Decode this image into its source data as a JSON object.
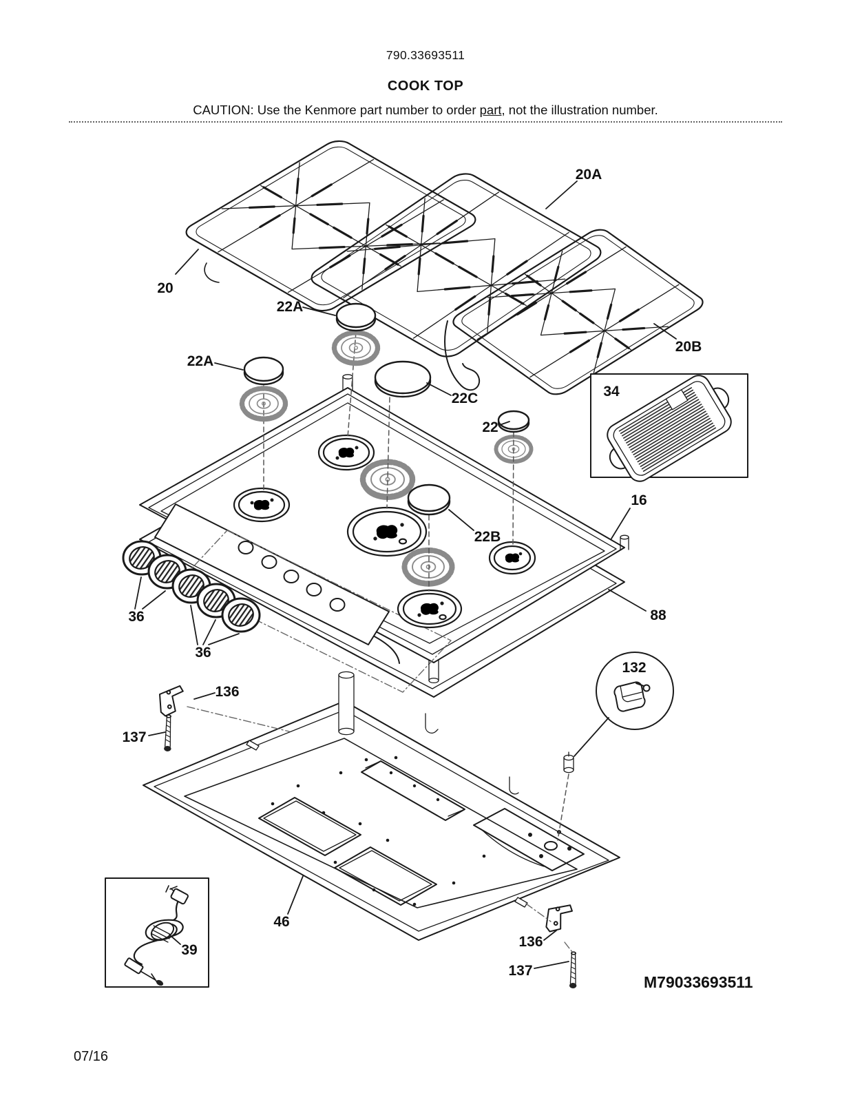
{
  "header": {
    "model_number": "790.33693511",
    "title": "COOK TOP",
    "caution_prefix": "CAUTION: Use the Kenmore part number to order ",
    "caution_underlined": "part",
    "caution_suffix": ", not the illustration number."
  },
  "footer": {
    "publication_number": "M79033693511",
    "date_code": "07/16"
  },
  "callouts": {
    "grate_left": "20",
    "grate_middle": "20A",
    "grate_right": "20B",
    "burner_cap_small_1": "22A",
    "burner_cap_small_2": "22A",
    "burner_cap_large": "22C",
    "burner_cap_right": "22",
    "burner_cap_medium": "22B",
    "griddle": "34",
    "main_top": "16",
    "lower_trim": "88",
    "knobs_front": "36",
    "knobs_rear": "36",
    "wire_clip": "132",
    "bracket_upper": "136",
    "screw_upper": "137",
    "burner_box": "46",
    "power_cord": "39",
    "bracket_lower": "136",
    "screw_lower": "137"
  },
  "colors": {
    "ink": "#1a1a1a",
    "muted_ink": "#8a8a8a",
    "background": "#ffffff"
  }
}
